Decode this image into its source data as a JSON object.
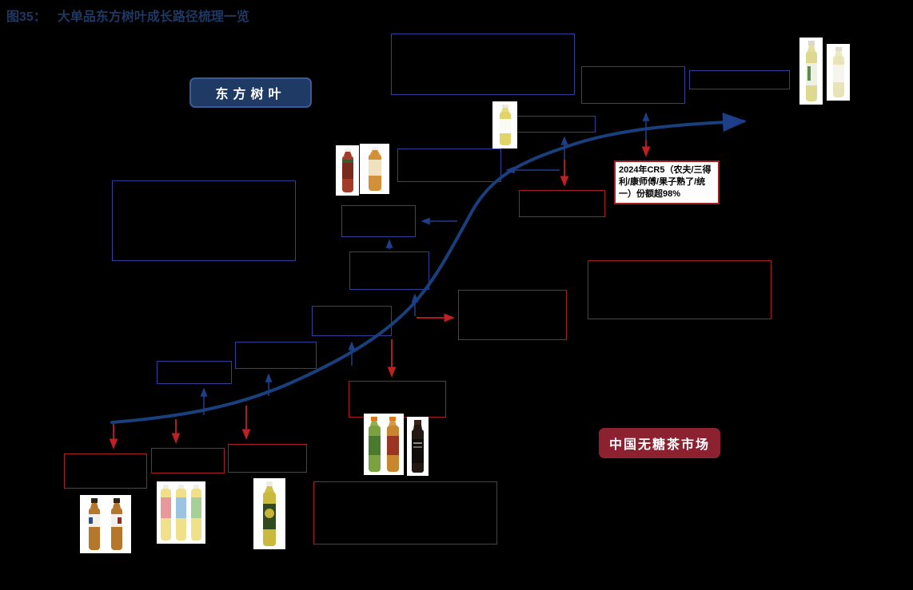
{
  "figure": {
    "label": "图35：",
    "title": "大单品东方树叶成长路径梳理一览"
  },
  "badges": {
    "brand": "东方树叶",
    "market": "中国无糖茶市场"
  },
  "annotations": {
    "cr5_note": "2024年CR5（农夫/三得利/康师傅/果子熟了/统一）份额超98%"
  },
  "colors": {
    "background": "#000000",
    "title_text": "#1f3864",
    "blue_box_border": "#32409a",
    "red_box_border": "#a81d22",
    "growth_curve": "#1a3f7d",
    "blue_arrow": "#1d3f8a",
    "red_arrow": "#c02024",
    "brand_badge_bg": "#203a66",
    "market_badge_bg": "#8c2130",
    "note_bg": "#fdfdfd",
    "note_text": "#000000"
  }
}
